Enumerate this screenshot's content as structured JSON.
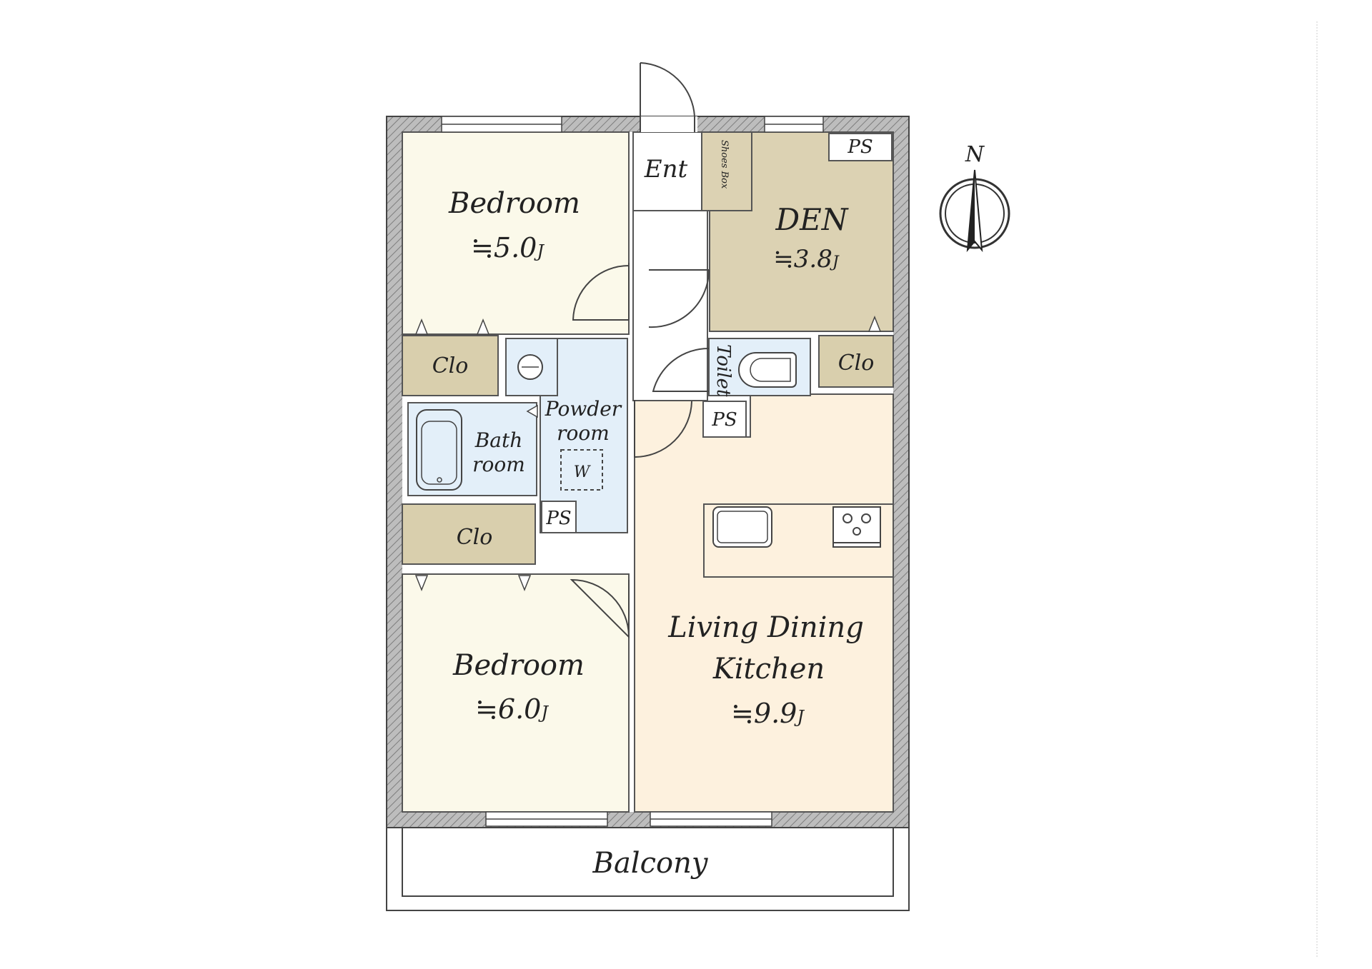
{
  "colors": {
    "bedroom": "#fbf9ea",
    "den": "#dcd2b3",
    "closet": "#d9cfad",
    "wet": "#e3eff9",
    "ldk": "#fdf1de",
    "wall": "#a6a6a6",
    "balcony": "#ffffff"
  },
  "rooms": {
    "bedroom1": {
      "name": "Bedroom",
      "size": "≒5.0",
      "unit": "J"
    },
    "bedroom2": {
      "name": "Bedroom",
      "size": "≒6.0",
      "unit": "J"
    },
    "den": {
      "name": "DEN",
      "size": "≒3.8",
      "unit": "J"
    },
    "ldk": {
      "name_line1": "Living Dining",
      "name_line2": "Kitchen",
      "size": "≒9.9",
      "unit": "J"
    },
    "entrance": "Ent",
    "shoes_box": "Shoes Box",
    "toilet": "Toilet",
    "bath": {
      "line1": "Bath",
      "line2": "room"
    },
    "powder": {
      "line1": "Powder",
      "line2": "room"
    },
    "washer": "W",
    "closet_top_left": "Clo",
    "closet_top_right": "Clo",
    "closet_mid_left": "Clo",
    "ps_top_right": "PS",
    "ps_center": "PS",
    "ps_left": "PS",
    "balcony": "Balcony"
  },
  "compass": {
    "label": "N",
    "icon": "north-arrow-icon"
  }
}
